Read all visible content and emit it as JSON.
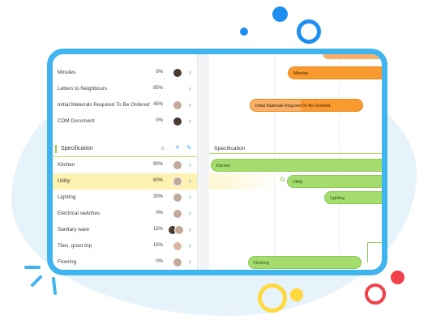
{
  "tasks_top": [
    {
      "name": "Minutes",
      "pct": "0%",
      "avatar": "dark"
    },
    {
      "name": "Letters to Neighbours",
      "pct": "85%",
      "avatar": ""
    },
    {
      "name": "Initial Materials Required To Be Ordered",
      "pct": "45%",
      "avatar": "mid"
    },
    {
      "name": "CDM Document",
      "pct": "0%",
      "avatar": "dark"
    }
  ],
  "section": {
    "title": "Specification",
    "count": "8 ·",
    "add_glyph": "+",
    "edit_glyph": "✎"
  },
  "tasks_spec": [
    {
      "name": "Kitchen",
      "pct": "90%",
      "avatar": "mid"
    },
    {
      "name": "Utility",
      "pct": "60%",
      "avatar": "mid"
    },
    {
      "name": "Lighting",
      "pct": "30%",
      "avatar": "mid"
    },
    {
      "name": "Electrical switches",
      "pct": "0%",
      "avatar": "mid"
    },
    {
      "name": "Sanitary ware",
      "pct": "15%",
      "avatar": "dark"
    },
    {
      "name": "Tiles, grout trip",
      "pct": "15%",
      "avatar": "light"
    },
    {
      "name": "Flooring",
      "pct": "0%",
      "avatar": "mid"
    }
  ],
  "chevron": "›",
  "gantt": {
    "section_title": "Specification",
    "bars": {
      "minutes": "Minutes",
      "initial_materials": "Initial Materials Required To Be Ordered",
      "kitchen": "Kitchen",
      "utility": "Utility",
      "lighting": "Lighting",
      "flooring": "Flooring"
    }
  },
  "colors": {
    "frame": "#3fb4ee",
    "green_bar": "#a4dc6e",
    "orange_bar": "#f89a2e",
    "highlight": "#fdf2b0"
  }
}
